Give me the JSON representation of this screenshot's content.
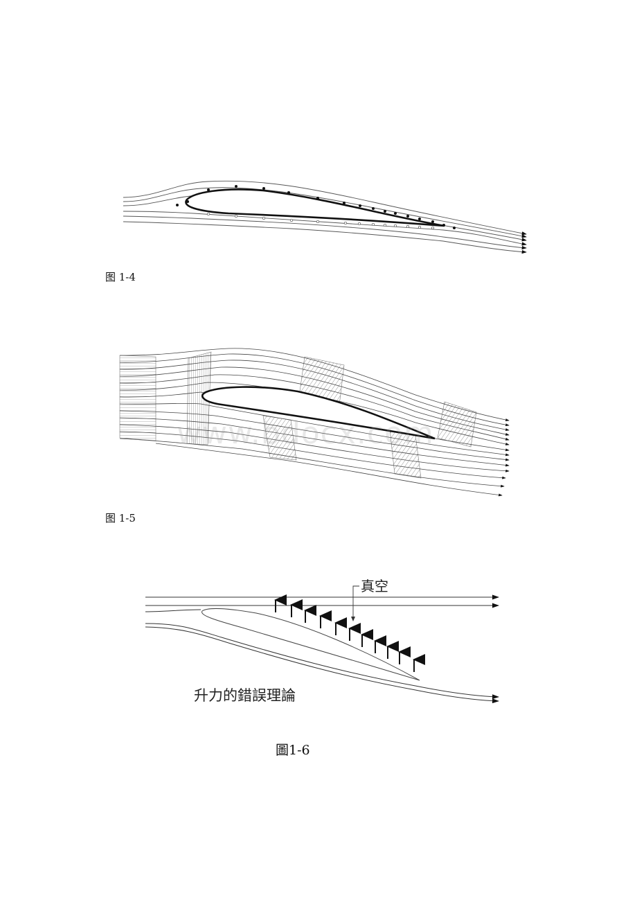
{
  "figures": [
    {
      "caption": "图 1-4"
    },
    {
      "caption": "图 1-5"
    },
    {
      "caption": "圖1-6",
      "vacuum_label": "真空",
      "theory_label": "升力的錯誤理論"
    }
  ],
  "watermark": "www.bdocx.com"
}
